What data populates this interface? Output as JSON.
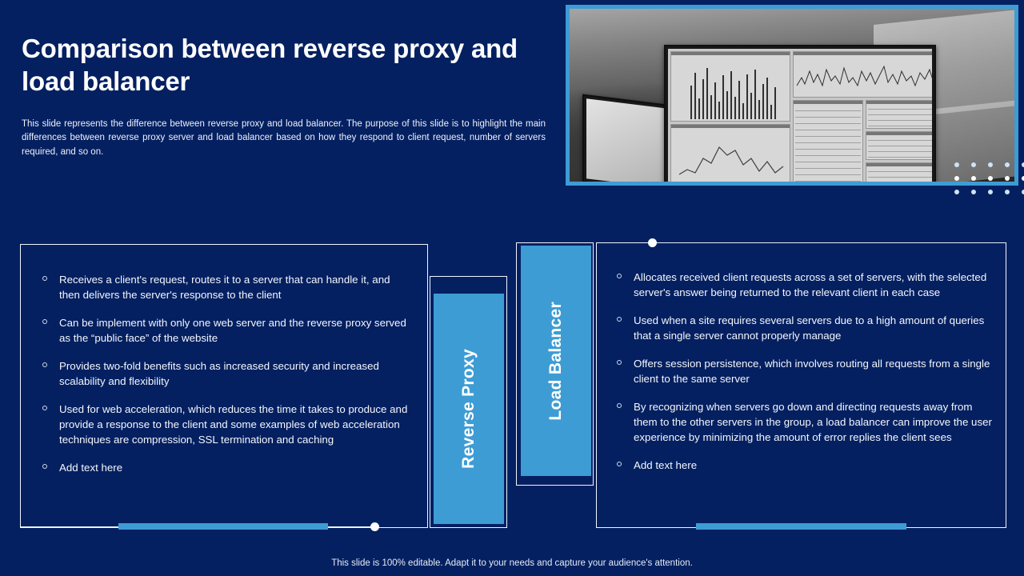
{
  "slide": {
    "title": "Comparison between reverse proxy and load balancer",
    "subtitle": "This slide represents the difference  between  reverse  proxy and load balancer. The  purpose  of this slide is to highlight the main differences  between  reverse  proxy server  and load balancer based on how they respond to client request, number  of servers  required,  and so on.",
    "footer": "This slide is 100% editable. Adapt it to your needs and capture your audience's attention."
  },
  "hero": {
    "alt": "monitors-dashboard-photo",
    "frame_color": "#3e9cd4"
  },
  "labels": {
    "left_column": "Reverse Proxy",
    "right_column": "Load Balancer"
  },
  "reverse_proxy": {
    "bullets": [
      "Receives a client's request, routes it to a server that  can handle it, and then  delivers the server's response to the client",
      "Can be implement with only one web server and the reverse proxy served as the “public face” of the website",
      "Provides two-fold  benefits such as increased security  and increased scalability and flexibility",
      "Used for web acceleration, which reduces the time it takes to produce and provide a response to the client and some examples of web acceleration techniques  are compression, SSL termination and caching",
      "Add text here"
    ]
  },
  "load_balancer": {
    "bullets": [
      "Allocates received client requests across a set of servers, with the selected server's answer being returned to the relevant client in each case",
      "Used when a site requires several servers due to a high amount of queries that  a single server cannot properly manage",
      "Offers session persistence, which involves  routing all requests from a single client to the same server",
      "By recognizing when servers go down and directing requests away from them to the other servers in the group, a load balancer can improve the user experience by minimizing the amount  of error  replies the client sees",
      "Add text here"
    ]
  },
  "theme": {
    "background": "#042061",
    "accent": "#3e9cd4",
    "text": "#ffffff"
  }
}
